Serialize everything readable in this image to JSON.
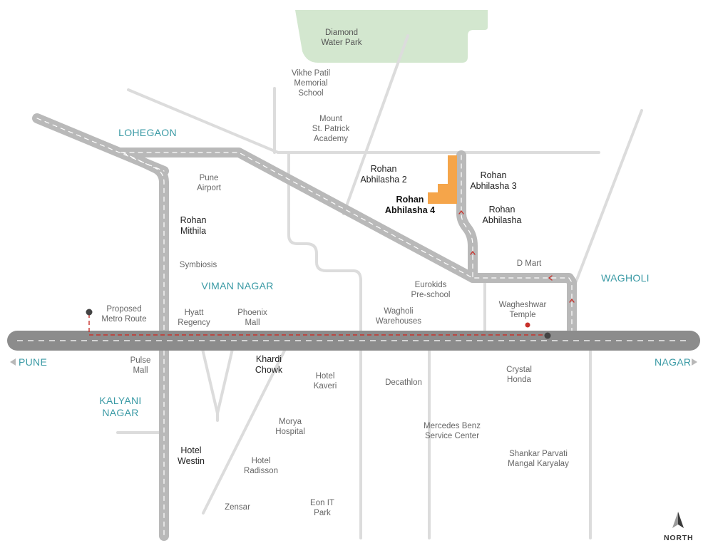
{
  "area_labels": {
    "lohegaon": "LOHEGAON",
    "viman_nagar": "VIMAN NAGAR",
    "wagholi": "WAGHOLI",
    "kalyani_nagar": "KALYANI\nNAGAR"
  },
  "directions": {
    "pune": "PUNE",
    "nagar": "NAGAR"
  },
  "parks": {
    "diamond_water_park": "Diamond\nWater Park"
  },
  "projects": {
    "rohan_abhilasha_2": "Rohan\nAbhilasha 2",
    "rohan_abhilasha_3": "Rohan\nAbhilasha 3",
    "rohan_abhilasha_4": "Rohan\nAbhilasha 4",
    "rohan_abhilasha": "Rohan\nAbhilasha",
    "rohan_mithila": "Rohan\nMithila",
    "hotel_westin": "Hotel\nWestin",
    "khardi_chowk": "Khardi\nChowk"
  },
  "places": {
    "vikhe_patil_school": "Vikhe Patil\nMemorial\nSchool",
    "mount_st_patrick": "Mount\nSt. Patrick\nAcademy",
    "pune_airport": "Pune\nAirport",
    "symbiosis": "Symbiosis",
    "proposed_metro": "Proposed\nMetro Route",
    "hyatt_regency": "Hyatt\nRegency",
    "phoenix_mall": "Phoenix\nMall",
    "eurokids": "Eurokids\nPre-school",
    "wagholi_warehouses": "Wagholi\nWarehouses",
    "d_mart": "D Mart",
    "wagheshwar_temple": "Wagheshwar\nTemple",
    "pulse_mall": "Pulse\nMall",
    "hotel_kaveri": "Hotel\nKaveri",
    "decathlon": "Decathlon",
    "crystal_honda": "Crystal\nHonda",
    "morya_hospital": "Morya\nHospital",
    "mercedes_benz": "Mercedes Benz\nService Center",
    "hotel_radisson": "Hotel\nRadisson",
    "shankar_parvati": "Shankar Parvati\nMangal Karyalay",
    "zensar": "Zensar",
    "eon_it_park": "Eon IT\nPark"
  },
  "compass": {
    "label": "NORTH"
  },
  "colors": {
    "major_road": "#b9b9b9",
    "highway": "#8c8c8c",
    "minor_road": "#dcdcdc",
    "area_label": "#3a9aa5",
    "park": "#d3e7cf",
    "project_site": "#f5a54a",
    "metro_route": "#c8312b"
  }
}
